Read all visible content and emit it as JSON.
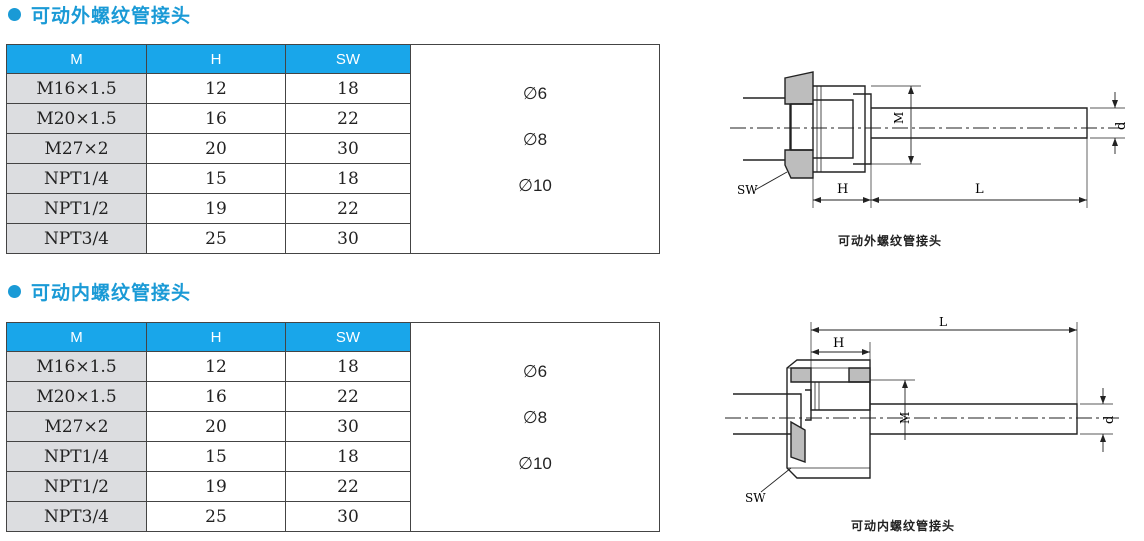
{
  "sections": [
    {
      "title": "可动外螺纹管接头",
      "table": {
        "headers": [
          "M",
          "H",
          "SW"
        ],
        "rows": [
          [
            "M16×1.5",
            "12",
            "18"
          ],
          [
            "M20×1.5",
            "16",
            "22"
          ],
          [
            "M27×2",
            "20",
            "30"
          ],
          [
            "NPT1/4",
            "15",
            "18"
          ],
          [
            "NPT1/2",
            "19",
            "22"
          ],
          [
            "NPT3/4",
            "25",
            "30"
          ]
        ],
        "diameters": [
          "∅6",
          "∅8",
          "∅10"
        ]
      },
      "diagram": {
        "caption": "可动外螺纹管接头",
        "labels": {
          "sw": "SW",
          "h": "H",
          "l": "L",
          "m": "M",
          "d": "d"
        }
      }
    },
    {
      "title": "可动内螺纹管接头",
      "table": {
        "headers": [
          "M",
          "H",
          "SW"
        ],
        "rows": [
          [
            "M16×1.5",
            "12",
            "18"
          ],
          [
            "M20×1.5",
            "16",
            "22"
          ],
          [
            "M27×2",
            "20",
            "30"
          ],
          [
            "NPT1/4",
            "15",
            "18"
          ],
          [
            "NPT1/2",
            "19",
            "22"
          ],
          [
            "NPT3/4",
            "25",
            "30"
          ]
        ],
        "diameters": [
          "∅6",
          "∅8",
          "∅10"
        ]
      },
      "diagram": {
        "caption": "可动内螺纹管接头",
        "labels": {
          "sw": "SW",
          "h": "H",
          "l": "L",
          "m": "M",
          "d": "d"
        }
      }
    }
  ],
  "colors": {
    "accent": "#1a9ad6",
    "header_bg": "#19a6ea",
    "first_col_bg": "#dcdde0"
  }
}
